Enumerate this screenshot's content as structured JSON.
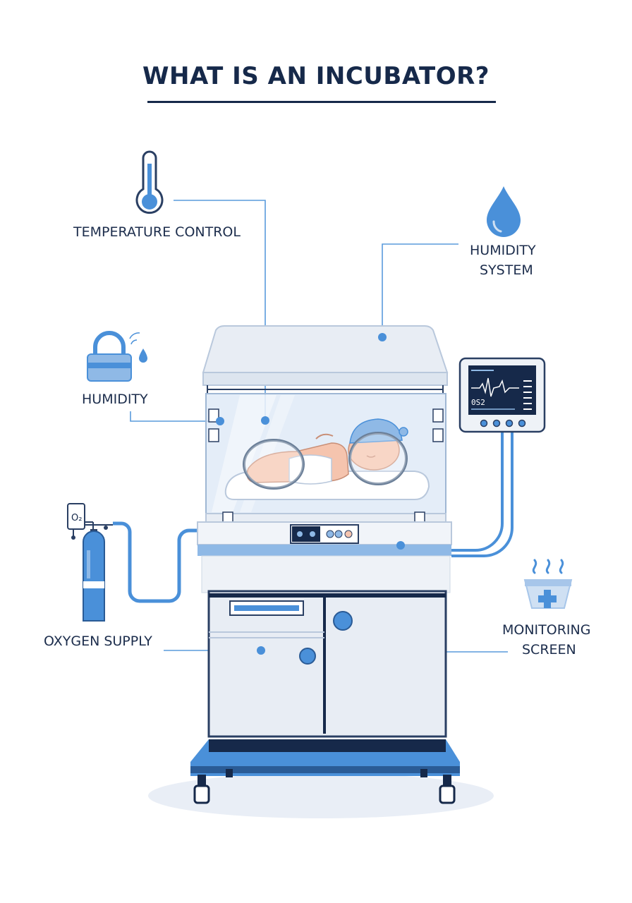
{
  "title": "WHAT IS AN INCUBATOR?",
  "labels": {
    "temperature_control": "TEMPERATURE CONTROL",
    "humidity_system_line1": "HUMIDITY",
    "humidity_system_line2": "SYSTEM",
    "humidity": "HUMIDITY",
    "oxygen_supply": "OXYGEN SUPPLY",
    "monitoring_screen_line1": "MONITORING",
    "monitoring_screen_line2": "SCREEN"
  },
  "monitor": {
    "readout": "0S2"
  },
  "oxygen_tank": {
    "gauge_label": "O₂"
  },
  "colors": {
    "navy": "#16294a",
    "accent_blue": "#4a90d9",
    "light_blue": "#cfe0f3",
    "body_gray": "#e8edf4",
    "outline": "#2a3f63"
  },
  "icons": [
    "thermometer-icon",
    "water-drop-icon",
    "lock-icon",
    "steam-basin-icon"
  ]
}
